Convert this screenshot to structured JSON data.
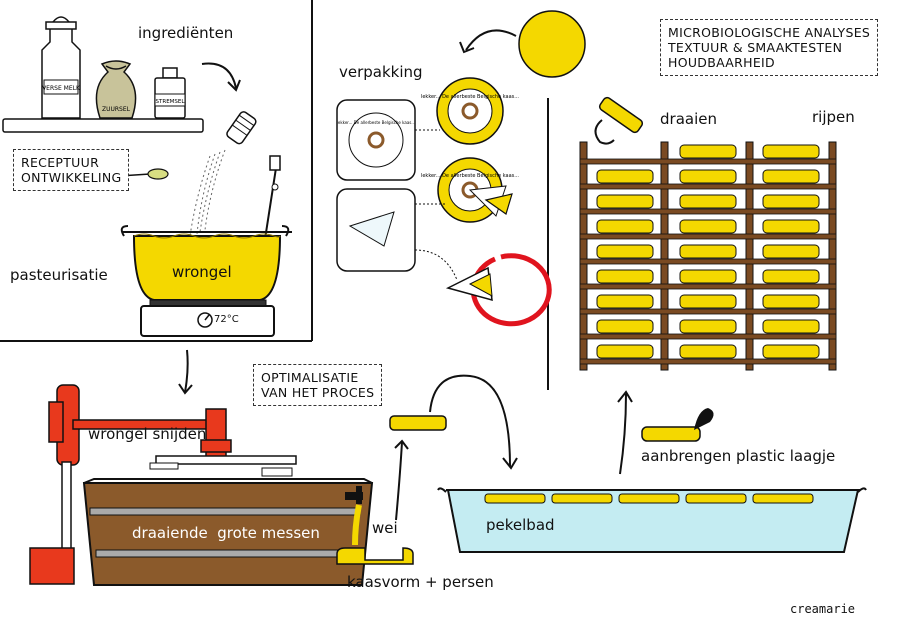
{
  "labels": {
    "ingredienten": "ingrediënten",
    "verpakking": "verpakking",
    "pasteurisatie": "pasteurisatie",
    "wrongel": "wrongel",
    "temperature": "72°C",
    "draaien": "draaien",
    "rijpen": "rijpen",
    "wrongel_snijden": "wrongel snijden",
    "draaiende_messen": "draaiende  grote messen",
    "wei": "wei",
    "kaasvorm": "kaasvorm + persen",
    "pekelbad": "pekelbad",
    "plastic": "aanbrengen plastic laagje",
    "credit": "creamarie"
  },
  "jars": {
    "milk": "VERSE MELK",
    "sour": "ZUURSEL",
    "rennet": "STREMSEL"
  },
  "label_ring": "lekker... De allerbeste Belgische kaas...",
  "boxes": {
    "receptuur": [
      "RECEPTUUR",
      "ONTWIKKELING"
    ],
    "optimalisatie": [
      "OPTIMALISATIE",
      "VAN HET PROCES"
    ],
    "microbiologische": [
      "MICROBIOLOGISCHE ANALYSES",
      "TEXTUUR & SMAAKTESTEN",
      "HOUDBAARHEID"
    ]
  },
  "colors": {
    "cheese": "#f4d800",
    "cheese_outline": "#8a7400",
    "machine_red": "#e8391d",
    "wood": "#8b5a2b",
    "shelf": "#7a4a22",
    "brine": "#c4ecf2",
    "highlight_red": "#e0141e"
  }
}
